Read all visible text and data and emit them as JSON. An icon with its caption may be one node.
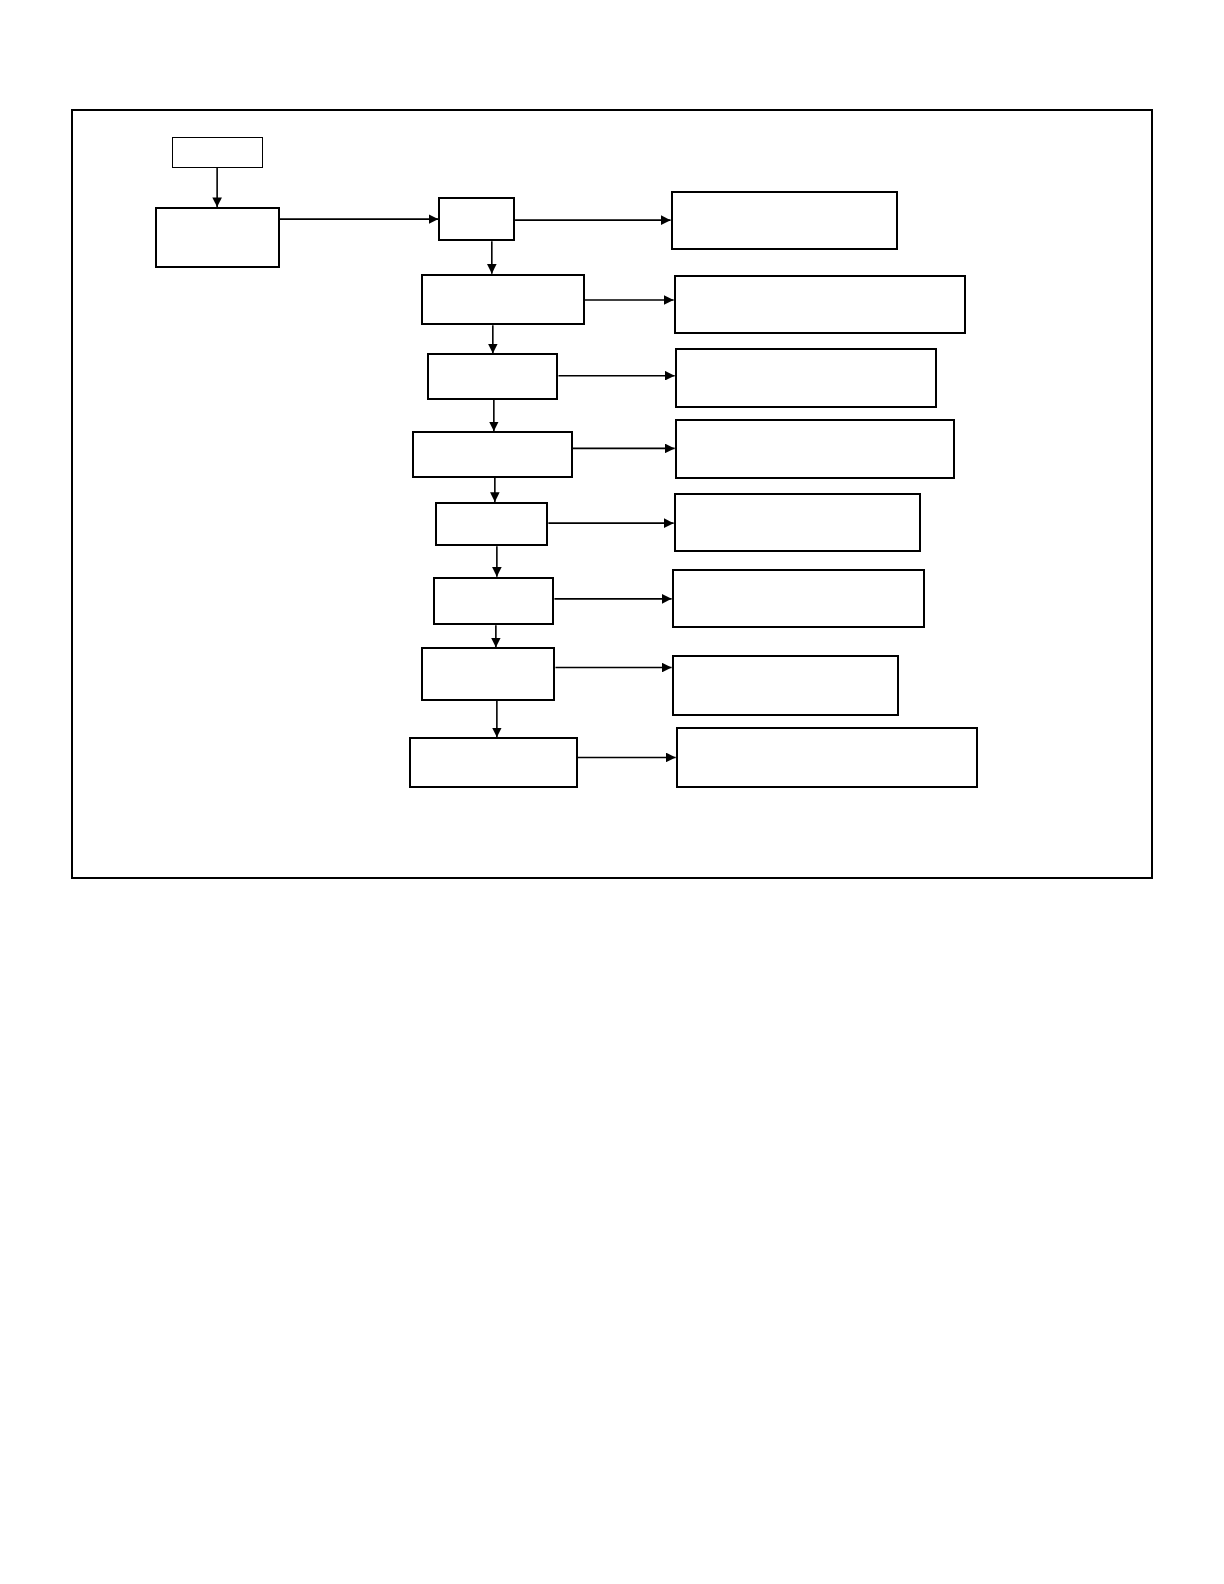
{
  "diagram": {
    "nodes": [
      {
        "text": [],
        "shape": "box"
      },
      {
        "text": [],
        "shape": "box",
        "in": 0
      },
      {
        "text": [],
        "shape": "box",
        "in": 0
      },
      {
        "text": [],
        "shape": "box",
        "in": 0
      },
      {
        "text": [],
        "shape": "box",
        "in": 0
      },
      {
        "text": [],
        "shape": "box",
        "in": 0
      },
      {
        "text": [],
        "shape": "box",
        "in": 0
      },
      {
        "text": [],
        "shape": "box",
        "in": 0
      },
      {
        "text": [],
        "shape": "box",
        "in": 0
      },
      {
        "text": [],
        "shape": "box",
        "in": 0
      },
      {
        "text": [],
        "shape": "box",
        "in": 0
      },
      {
        "text": [],
        "shape": "box",
        "in": 0
      },
      {
        "text": [],
        "shape": "box",
        "in": 0
      },
      {
        "text": [],
        "shape": "box",
        "in": 0
      },
      {
        "text": [],
        "shape": "box",
        "in": 0
      },
      {
        "text": [],
        "shape": "box",
        "in": 0
      },
      {
        "text": [],
        "shape": "box",
        "in": 0
      },
      {
        "text": [],
        "shape": "box",
        "in": 0
      },
      {
        "text": [],
        "shape": "box",
        "in": 0
      }
    ],
    "edges": [
      {
        "from": 1,
        "to": 2,
        "arrow": "to"
      },
      {
        "from": 2,
        "to": 3,
        "arrow": "to"
      },
      {
        "from": 3,
        "to": 4,
        "arrow": "to"
      },
      {
        "from": 3,
        "to": 5,
        "arrow": "to"
      },
      {
        "from": 5,
        "to": 6,
        "arrow": "to"
      },
      {
        "from": 5,
        "to": 7,
        "arrow": "to"
      },
      {
        "from": 7,
        "to": 8,
        "arrow": "to"
      },
      {
        "from": 7,
        "to": 9,
        "arrow": "to"
      },
      {
        "from": 9,
        "to": 10,
        "arrow": "to"
      },
      {
        "from": 9,
        "to": 11,
        "arrow": "to"
      },
      {
        "from": 11,
        "to": 12,
        "arrow": "to"
      },
      {
        "from": 11,
        "to": 13,
        "arrow": "to"
      },
      {
        "from": 13,
        "to": 14,
        "arrow": "to"
      },
      {
        "from": 13,
        "to": 15,
        "arrow": "to"
      },
      {
        "from": 15,
        "to": 16,
        "arrow": "to"
      },
      {
        "from": 15,
        "to": 17,
        "arrow": "to"
      },
      {
        "from": 17,
        "to": 18,
        "arrow": "to"
      }
    ]
  }
}
